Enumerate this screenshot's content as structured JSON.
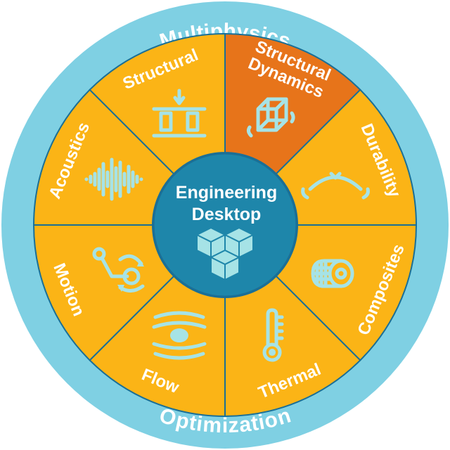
{
  "outer_ring": {
    "top_label": "Multiphysics",
    "bottom_label": "Optimization"
  },
  "hub": {
    "line1": "Engineering",
    "line2": "Desktop",
    "icon": "stacked-cubes-icon"
  },
  "segments": [
    {
      "id": "structural-dynamics",
      "lines": [
        "Structural",
        "Dynamics"
      ],
      "icon": "wireframe-cube-icon",
      "highlighted": true
    },
    {
      "id": "durability",
      "lines": [
        "Durability"
      ],
      "icon": "cracked-arc-icon",
      "highlighted": false
    },
    {
      "id": "composites",
      "lines": [
        "Composites"
      ],
      "icon": "fiber-roll-icon",
      "highlighted": false
    },
    {
      "id": "thermal",
      "lines": [
        "Thermal"
      ],
      "icon": "thermometer-icon",
      "highlighted": false
    },
    {
      "id": "flow",
      "lines": [
        "Flow"
      ],
      "icon": "flow-streamlines-icon",
      "highlighted": false
    },
    {
      "id": "motion",
      "lines": [
        "Motion"
      ],
      "icon": "linkage-arm-icon",
      "highlighted": false
    },
    {
      "id": "acoustics",
      "lines": [
        "Acoustics"
      ],
      "icon": "sound-wave-icon",
      "highlighted": false
    },
    {
      "id": "structural",
      "lines": [
        "Structural"
      ],
      "icon": "loaded-beam-icon",
      "highlighted": false
    }
  ],
  "colors": {
    "outer_ring": "#7fd0e3",
    "segment": "#fbb416",
    "segment_highlight": "#e7741a",
    "hub": "#1e86aa",
    "icon": "#a6e3e6",
    "divider": "#1a6f96"
  }
}
